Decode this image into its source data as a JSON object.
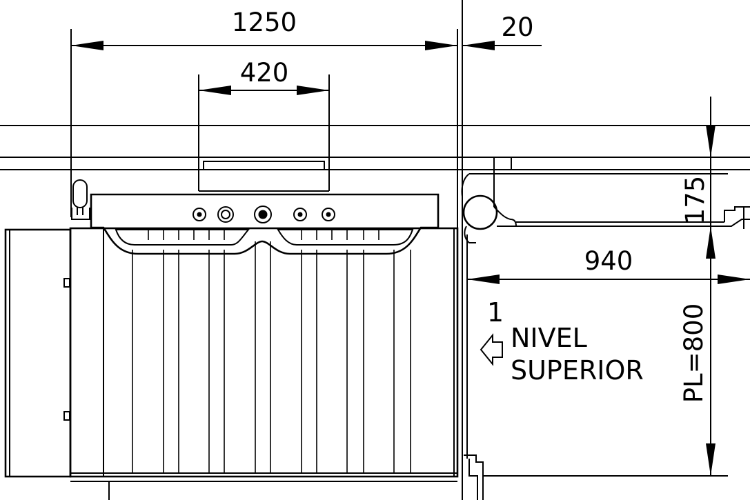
{
  "drawing": {
    "dimensions": {
      "overall_width": "1250",
      "top_box_width": "420",
      "gap": "20",
      "side_height": "175",
      "clear_width": "940",
      "platform_height": "PL=800"
    },
    "level_marker": {
      "number": "1",
      "line1": "NIVEL",
      "line2": "SUPERIOR"
    }
  }
}
